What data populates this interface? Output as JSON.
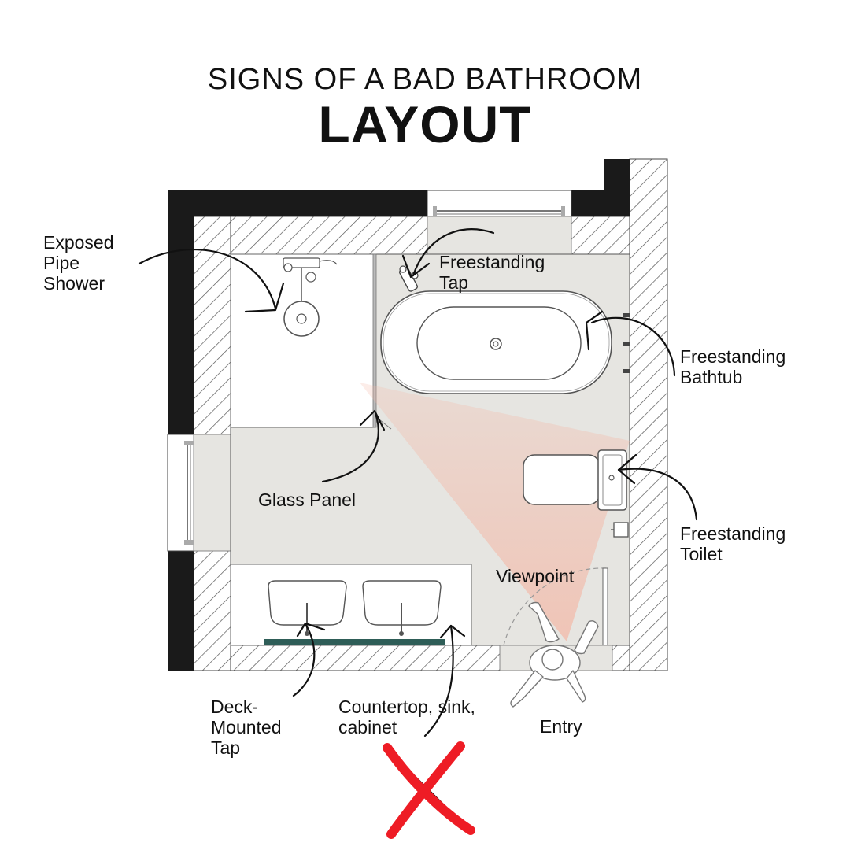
{
  "title": {
    "line1": "SIGNS OF A BAD BATHROOM",
    "line2": "LAYOUT"
  },
  "labels": {
    "exposed_pipe_shower": "Exposed\nPipe\nShower",
    "freestanding_tap": "Freestanding\nTap",
    "freestanding_bathtub": "Freestanding\nBathtub",
    "glass_panel": "Glass Panel",
    "freestanding_toilet": "Freestanding\nToilet",
    "viewpoint": "Viewpoint",
    "deck_mounted_tap": "Deck-\nMounted\nTap",
    "countertop": "Countertop, sink,\ncabinet",
    "entry": "Entry"
  },
  "colors": {
    "wall_solid": "#1a1a1a",
    "floor": "#e6e5e1",
    "hatch": "#555555",
    "view_cone": "#f3b9a8",
    "counter_edge": "#2e5d57",
    "cross_mark": "#ee1c25"
  },
  "icons": {
    "verdict": "red-x-icon"
  }
}
